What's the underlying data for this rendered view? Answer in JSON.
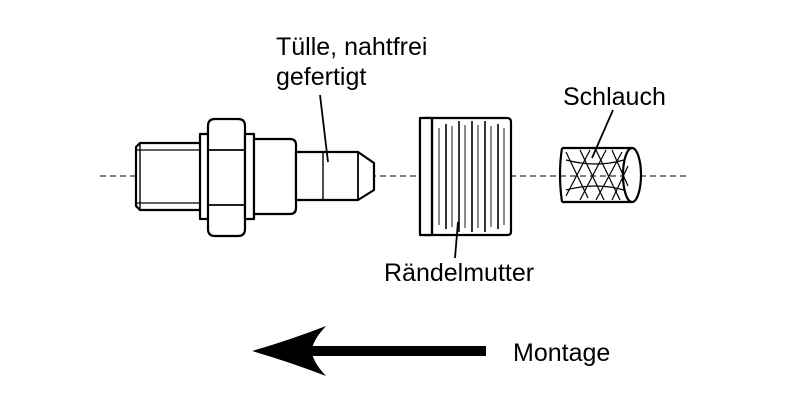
{
  "labels": {
    "tuelle_line1": "Tülle, nahtfrei",
    "tuelle_line2": "gefertigt",
    "schlauch": "Schlauch",
    "raendelmutter": "Rändelmutter",
    "montage": "Montage"
  }
}
